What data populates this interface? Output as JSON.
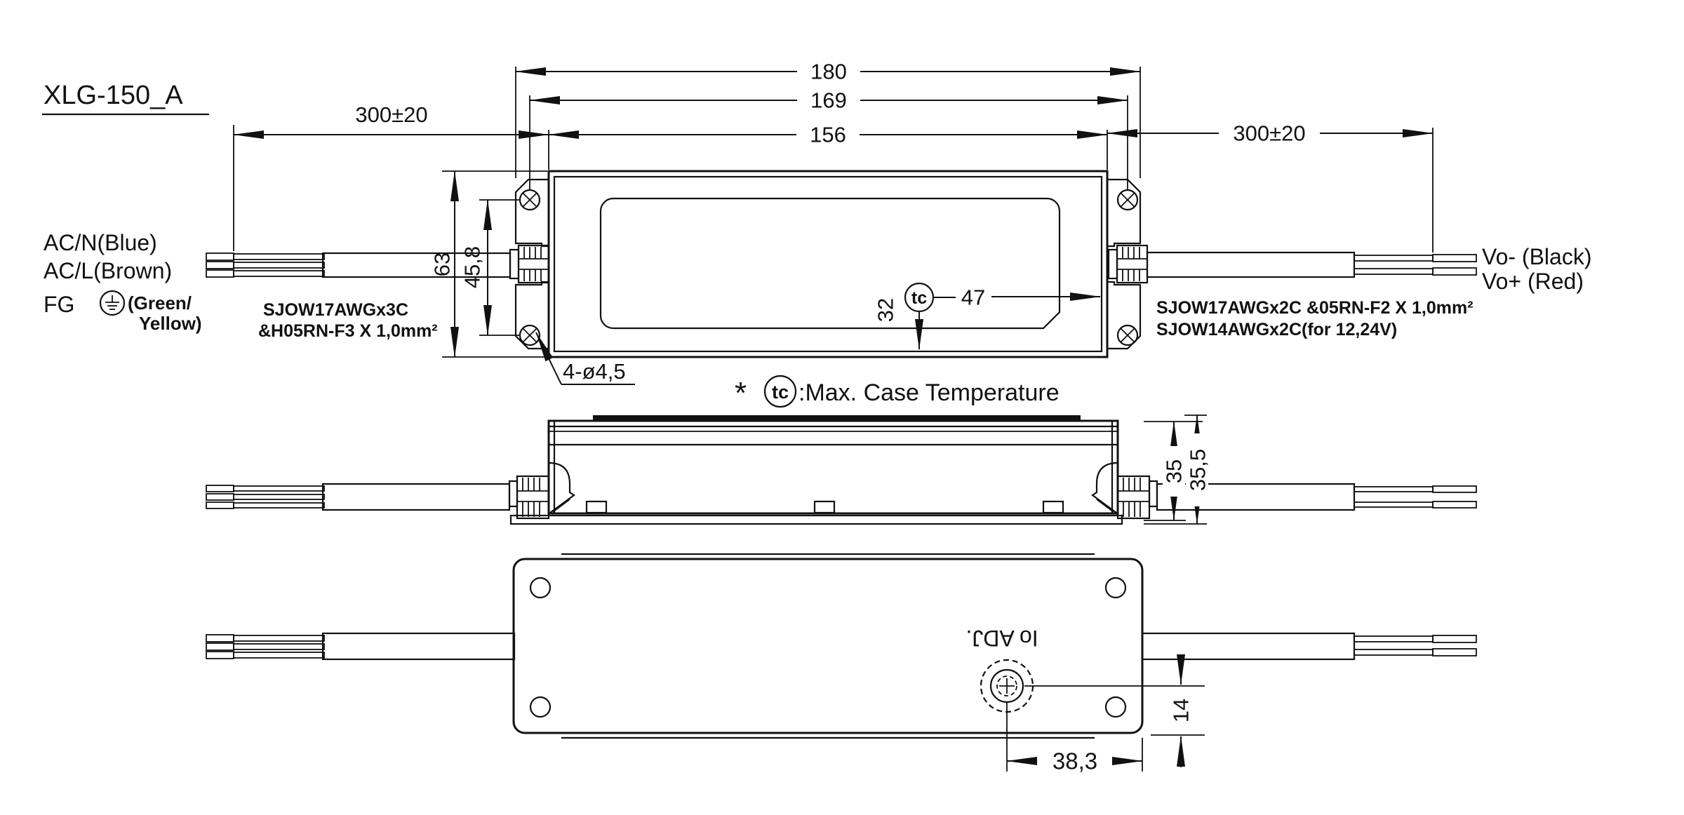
{
  "title": "XLG-150_A",
  "note": {
    "asterisk": "*",
    "tc": "tc",
    "text": ":Max. Case Temperature"
  },
  "top_view": {
    "dim_overall_length": "180",
    "dim_hole_spacing_x": "169",
    "dim_body_length": "156",
    "dim_cable_left": "300±20",
    "dim_cable_right": "300±20",
    "dim_case_width": "63",
    "dim_hole_spacing_y": "45,8",
    "mounting_holes": "4-ø4,5",
    "dim_tc_from_bottom": "32",
    "dim_tc_from_end": "47",
    "tc": "tc"
  },
  "side_view": {
    "dim_case_height": "35",
    "dim_total_height": "35,5"
  },
  "bottom_view": {
    "adj_label": "Io ADJ.",
    "dim_adj_from_bottom": "14",
    "dim_adj_from_end": "38,3"
  },
  "input_wires": {
    "label_neutral": "AC/N(Blue)",
    "label_line": "AC/L(Brown)",
    "label_fg": "FG",
    "label_fg_color_1": "(Green/",
    "label_fg_color_2": "Yellow)",
    "spec_1": "SJOW17AWGx3C",
    "spec_2": "&H05RN-F3 X 1,0mm²"
  },
  "output_wires": {
    "label_negative": "Vo- (Black)",
    "label_positive": "Vo+ (Red)",
    "spec_1": "SJOW17AWGx2C &05RN-F2  X 1,0mm²",
    "spec_2": "SJOW14AWGx2C(for 12,24V)"
  }
}
